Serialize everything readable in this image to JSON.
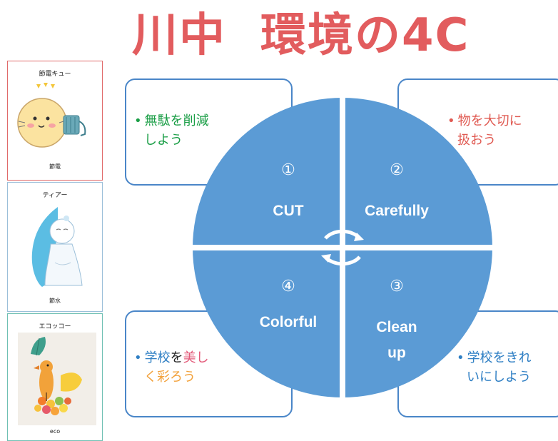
{
  "title": {
    "part1": "川中",
    "part2": "環境の4C"
  },
  "mascots": [
    {
      "name": "節電キュー",
      "caption": "節電",
      "icon": "lightbulb-mascot"
    },
    {
      "name": "ティアー",
      "caption": "節水",
      "icon": "water-drop-mascot"
    },
    {
      "name": "エコッコー",
      "caption": "eco",
      "icon": "bird-mascot"
    }
  ],
  "quadrants": [
    {
      "number": "①",
      "word": "CUT"
    },
    {
      "number": "②",
      "word": "Carefully"
    },
    {
      "number": "③",
      "word_line1": "Clean",
      "word_line2": "up"
    },
    {
      "number": "④",
      "word": "Colorful"
    }
  ],
  "boxes": {
    "cut": {
      "line1": "無駄を削減",
      "line2": "しよう"
    },
    "carefully": {
      "line1": "物を大切に",
      "line2": "扱おう"
    },
    "colorful": {
      "line1_a": "学校",
      "line1_b": "を",
      "line1_c": "美し",
      "line2": "く彩ろう"
    },
    "cleanup": {
      "line1": "学校をきれ",
      "line2": "いにしよう"
    }
  },
  "colors": {
    "circle": "#5b9bd5",
    "title": "#e25c5e",
    "box_border": "#4a86c8"
  },
  "bullet": "•"
}
